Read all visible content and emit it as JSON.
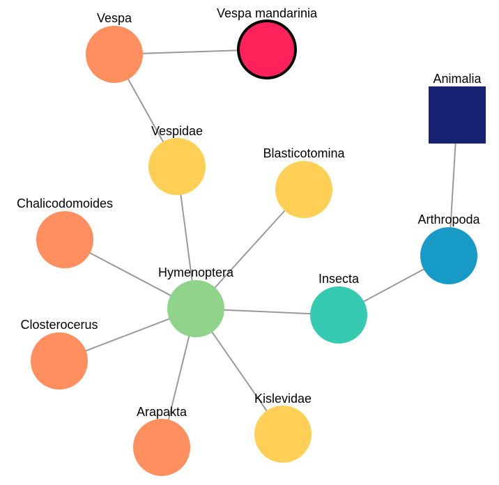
{
  "nodes": [
    {
      "id": "vespa-mandarinia",
      "label": "Vespa mandarinia",
      "shape": "circle",
      "color": "#FF2159",
      "highlighted": true
    },
    {
      "id": "vespa",
      "label": "Vespa",
      "shape": "circle",
      "color": "#FF8F5E"
    },
    {
      "id": "vespidae",
      "label": "Vespidae",
      "shape": "circle",
      "color": "#FFD055"
    },
    {
      "id": "blasticotomina",
      "label": "Blasticotomina",
      "shape": "circle",
      "color": "#FFD055"
    },
    {
      "id": "animalia",
      "label": "Animalia",
      "shape": "square",
      "color": "#172372"
    },
    {
      "id": "arthropoda",
      "label": "Arthropoda",
      "shape": "circle",
      "color": "#179BC6"
    },
    {
      "id": "chalicodomoides",
      "label": "Chalicodomoides",
      "shape": "circle",
      "color": "#FF8F5E"
    },
    {
      "id": "hymenoptera",
      "label": "Hymenoptera",
      "shape": "circle",
      "color": "#8FD48A"
    },
    {
      "id": "insecta",
      "label": "Insecta",
      "shape": "circle",
      "color": "#36CBB1"
    },
    {
      "id": "closterocerus",
      "label": "Closterocerus",
      "shape": "circle",
      "color": "#FF8F5E"
    },
    {
      "id": "kislevidae",
      "label": "Kislevidae",
      "shape": "circle",
      "color": "#FFD055"
    },
    {
      "id": "arapakta",
      "label": "Arapakta",
      "shape": "circle",
      "color": "#FF8F5E"
    }
  ],
  "edges": [
    {
      "source": "vespa",
      "target": "vespa-mandarinia"
    },
    {
      "source": "vespa",
      "target": "vespidae"
    },
    {
      "source": "vespidae",
      "target": "hymenoptera"
    },
    {
      "source": "blasticotomina",
      "target": "hymenoptera"
    },
    {
      "source": "chalicodomoides",
      "target": "hymenoptera"
    },
    {
      "source": "closterocerus",
      "target": "hymenoptera"
    },
    {
      "source": "arapakta",
      "target": "hymenoptera"
    },
    {
      "source": "kislevidae",
      "target": "hymenoptera"
    },
    {
      "source": "hymenoptera",
      "target": "insecta"
    },
    {
      "source": "insecta",
      "target": "arthropoda"
    },
    {
      "source": "arthropoda",
      "target": "animalia"
    }
  ]
}
